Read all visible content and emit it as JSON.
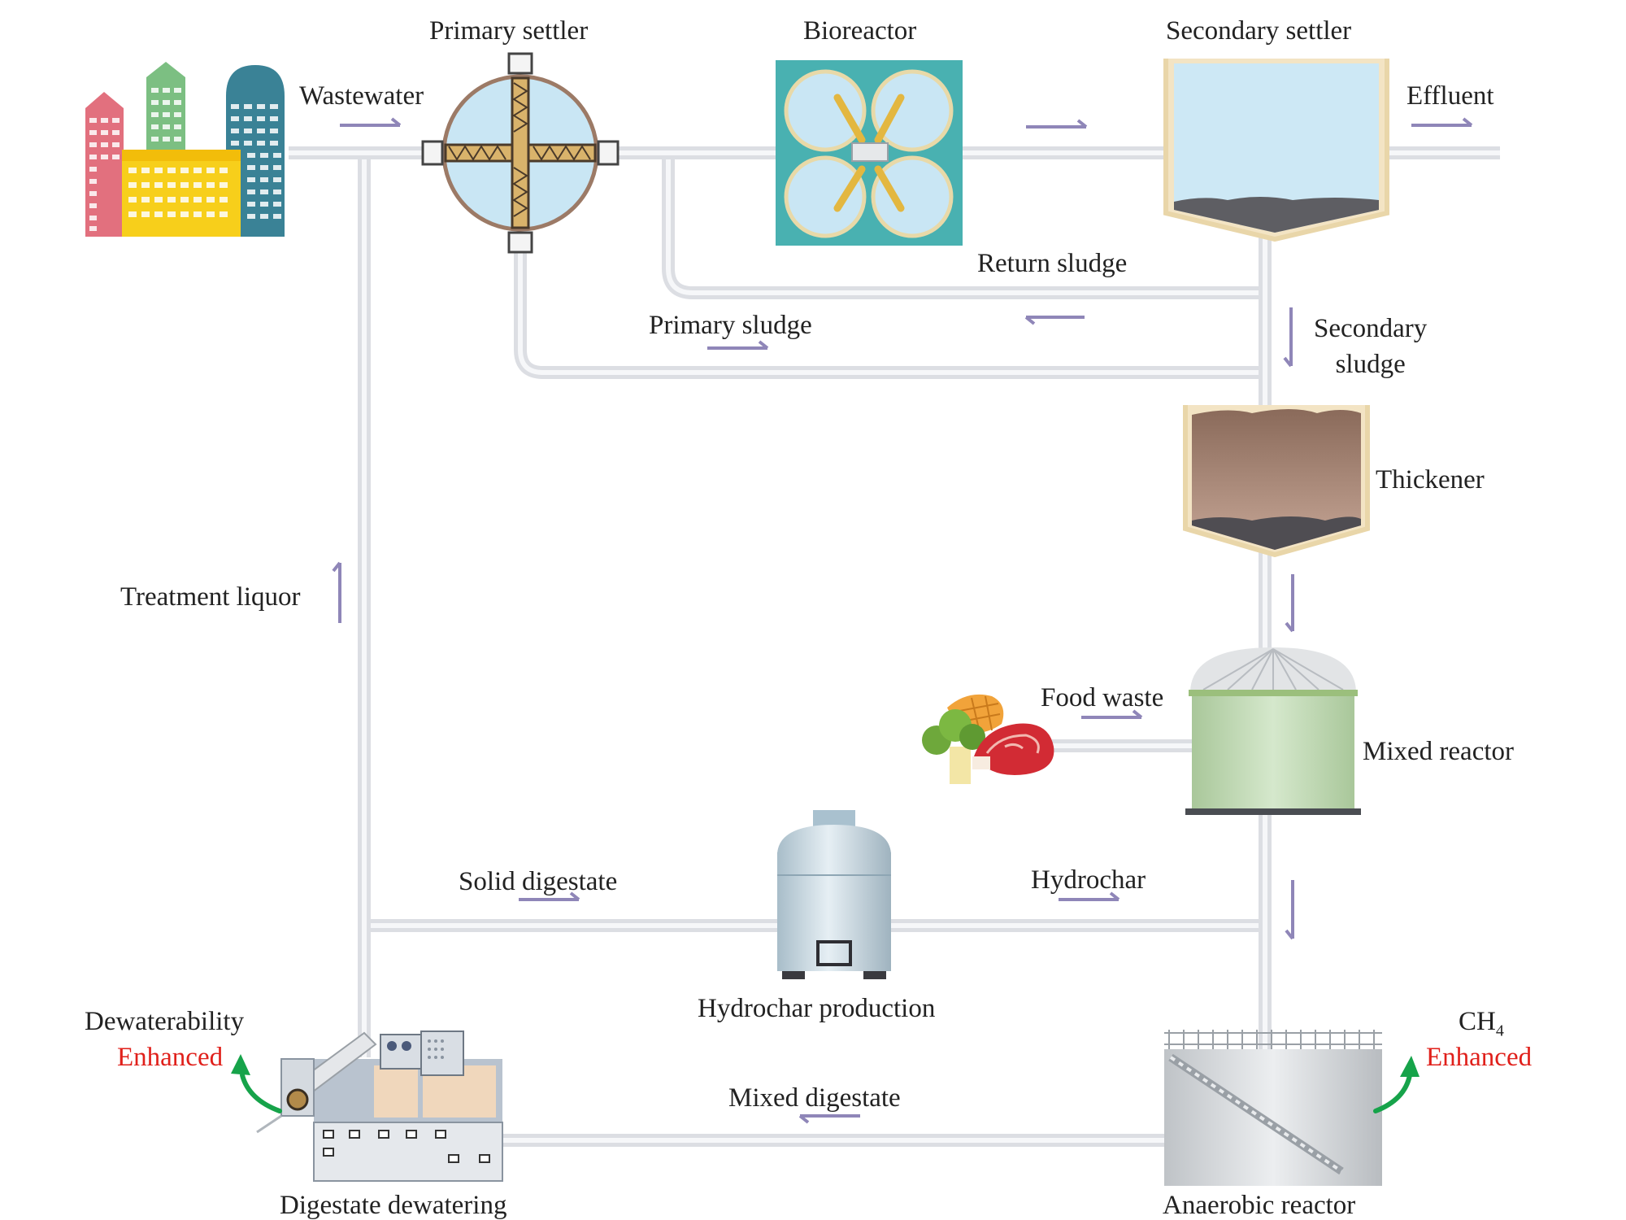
{
  "colors": {
    "pipe": "#e4e5ea",
    "arrow": "#8f86b8",
    "accent_red": "#e0201b",
    "accent_green": "#16a34a"
  },
  "icons": {
    "city": "city-buildings-icon",
    "primary_settler": "circular-settler-icon",
    "bioreactor": "four-tank-bioreactor-icon",
    "secondary_settler": "settling-tank-icon",
    "thickener": "thickener-tank-icon",
    "food_waste": "food-waste-icon",
    "mixed_reactor": "domed-reactor-icon",
    "hydrochar_production": "pressure-vessel-icon",
    "anaerobic_reactor": "anaerobic-tank-icon",
    "digestate_dewatering": "dewatering-machine-icon"
  },
  "units": {
    "primary_settler": "Primary settler",
    "bioreactor": "Bioreactor",
    "secondary_settler": "Secondary settler",
    "thickener": "Thickener",
    "mixed_reactor": "Mixed reactor",
    "hydrochar_production": "Hydrochar production",
    "anaerobic_reactor": "Anaerobic reactor",
    "digestate_dewatering": "Digestate dewatering"
  },
  "flows": {
    "wastewater": "Wastewater",
    "effluent": "Effluent",
    "return_sludge": "Return sludge",
    "primary_sludge": "Primary sludge",
    "secondary_sludge_line1": "Secondary",
    "secondary_sludge_line2": "sludge",
    "treatment_liquor": "Treatment liquor",
    "food_waste": "Food waste",
    "solid_digestate": "Solid digestate",
    "hydrochar": "Hydrochar",
    "mixed_digestate": "Mixed digestate"
  },
  "outcomes": {
    "dewaterability": "Dewaterability",
    "dewaterability_status": "Enhanced",
    "ch4_base": "CH",
    "ch4_sub": "4",
    "ch4_status": "Enhanced"
  }
}
